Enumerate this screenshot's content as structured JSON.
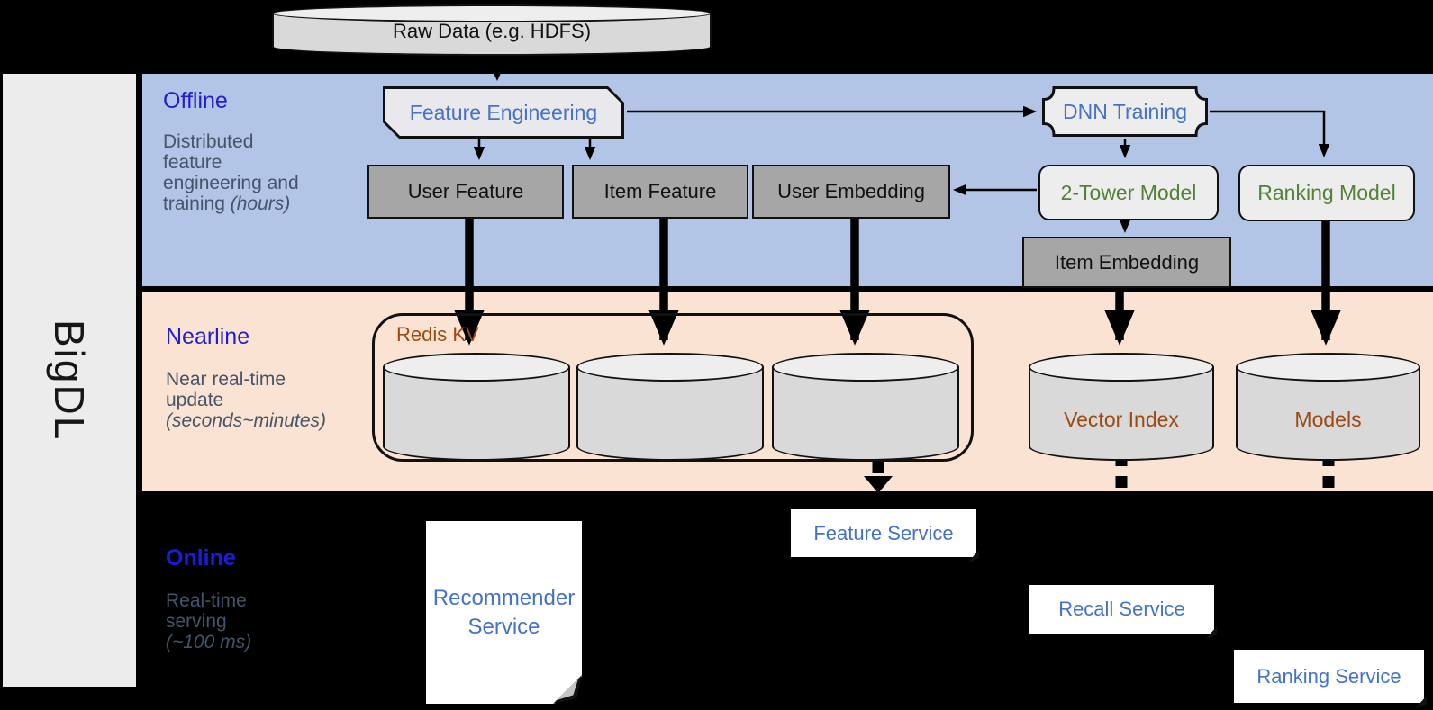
{
  "brand": {
    "label": "BigDL"
  },
  "source": {
    "label": "Raw Data (e.g. HDFS)"
  },
  "lanes": {
    "offline": {
      "title": "Offline",
      "desc": "Distributed\nfeature\nengineering and\ntraining",
      "desc_italic": " (hours)"
    },
    "nearline": {
      "title": "Nearline",
      "desc": "Near real-time\nupdate\n",
      "desc_italic": "(seconds~minutes)"
    },
    "online": {
      "title": "Online",
      "desc": "Real-time\nserving\n",
      "desc_italic": "(~100 ms)"
    }
  },
  "nodes": {
    "feature_engineering": {
      "label": "Feature Engineering"
    },
    "dnn_training": {
      "label": "DNN Training"
    },
    "user_feature": {
      "label": "User Feature"
    },
    "item_feature": {
      "label": "Item Feature"
    },
    "user_embedding": {
      "label": "User Embedding"
    },
    "two_tower_model": {
      "label": "2-Tower Model"
    },
    "ranking_model": {
      "label": "Ranking Model"
    },
    "item_embedding": {
      "label": "Item Embedding"
    },
    "redis_kv": {
      "label": "Redis KV"
    },
    "vector_index": {
      "label": "Vector Index"
    },
    "models": {
      "label": "Models"
    },
    "recommender_service": {
      "label": "Recommender Service"
    },
    "feature_service": {
      "label": "Feature Service"
    },
    "recall_service": {
      "label": "Recall Service"
    },
    "ranking_service": {
      "label": "Ranking Service"
    }
  },
  "colors": {
    "offline_band": "#b2c5e6",
    "nearline_band": "#fae3d2",
    "online_band": "#000000",
    "heading_blue": "#1e1ed2",
    "desc_gray": "#44546a",
    "node_blue": "#4472c4",
    "node_green": "#538135",
    "node_brown": "#9c4a12",
    "gray_box": "#a6a6a6",
    "light_box": "#ededed",
    "cylinder_fill": "#d9d9d9"
  }
}
